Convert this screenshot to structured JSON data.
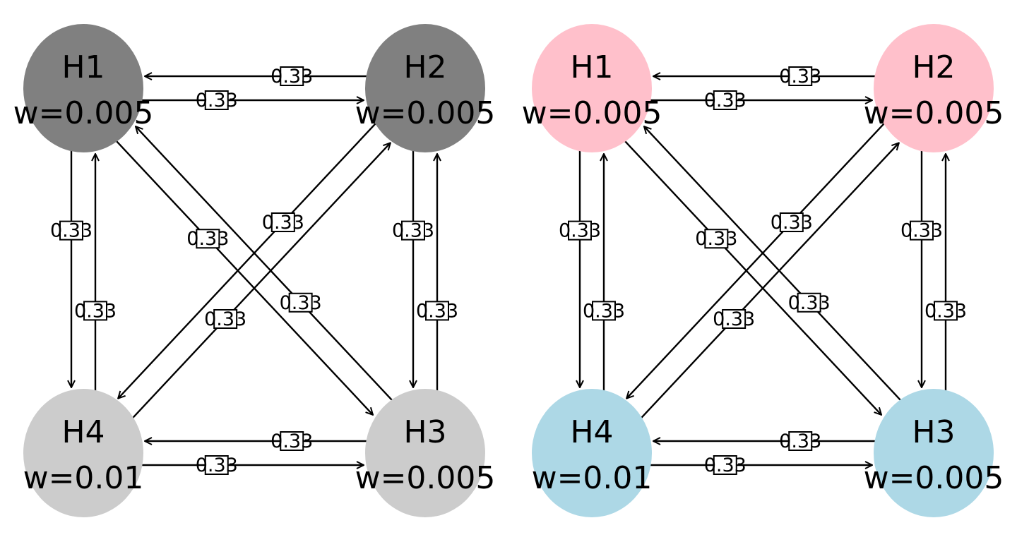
{
  "panels": [
    {
      "id": "left",
      "nodes": [
        {
          "id": "H1",
          "label": "H1",
          "weight": "w=0.005",
          "color": "#808080"
        },
        {
          "id": "H2",
          "label": "H2",
          "weight": "w=0.005",
          "color": "#808080"
        },
        {
          "id": "H3",
          "label": "H3",
          "weight": "w=0.005",
          "color": "#cccccc"
        },
        {
          "id": "H4",
          "label": "H4",
          "weight": "w=0.01",
          "color": "#cccccc"
        }
      ]
    },
    {
      "id": "right",
      "nodes": [
        {
          "id": "H1",
          "label": "H1",
          "weight": "w=0.005",
          "color": "#ffc0cb"
        },
        {
          "id": "H2",
          "label": "H2",
          "weight": "w=0.005",
          "color": "#ffc0cb"
        },
        {
          "id": "H3",
          "label": "H3",
          "weight": "w=0.005",
          "color": "#add8e6"
        },
        {
          "id": "H4",
          "label": "H4",
          "weight": "w=0.01",
          "color": "#add8e6"
        }
      ]
    }
  ],
  "edges": [
    {
      "from": "H1",
      "to": "H2",
      "label": "0.33"
    },
    {
      "from": "H2",
      "to": "H1",
      "label": "0.33"
    },
    {
      "from": "H1",
      "to": "H4",
      "label": "0.33"
    },
    {
      "from": "H4",
      "to": "H1",
      "label": "0.33"
    },
    {
      "from": "H2",
      "to": "H3",
      "label": "0.33"
    },
    {
      "from": "H3",
      "to": "H2",
      "label": "0.33"
    },
    {
      "from": "H4",
      "to": "H3",
      "label": "0.33"
    },
    {
      "from": "H3",
      "to": "H4",
      "label": "0.33"
    },
    {
      "from": "H1",
      "to": "H3",
      "label": "0.33"
    },
    {
      "from": "H3",
      "to": "H1",
      "label": "0.33"
    },
    {
      "from": "H2",
      "to": "H4",
      "label": "0.33"
    },
    {
      "from": "H4",
      "to": "H2",
      "label": "0.33"
    }
  ]
}
